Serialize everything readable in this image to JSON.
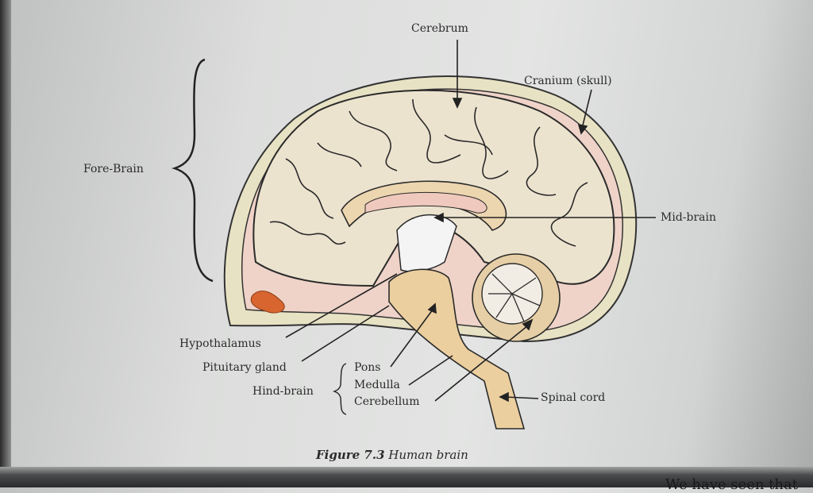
{
  "figure": {
    "caption_number": "Figure 7.3",
    "caption_title": "Human brain",
    "labels": {
      "cerebrum": "Cerebrum",
      "cranium": "Cranium (skull)",
      "fore_brain": "Fore-Brain",
      "mid_brain": "Mid-brain",
      "hypothalamus": "Hypothalamus",
      "pituitary": "Pituitary gland",
      "hind_brain": "Hind-brain",
      "pons": "Pons",
      "medulla": "Medulla",
      "cerebellum": "Cerebellum",
      "spinal_cord": "Spinal cord"
    },
    "colors": {
      "brain": "#ece3cf",
      "skull": "#e8e2c4",
      "pink": "#efc9bd",
      "stem": "#eccf9f",
      "pituitary": "#d8652f"
    }
  },
  "page_text": {
    "trailing_line": "We have seen that"
  }
}
